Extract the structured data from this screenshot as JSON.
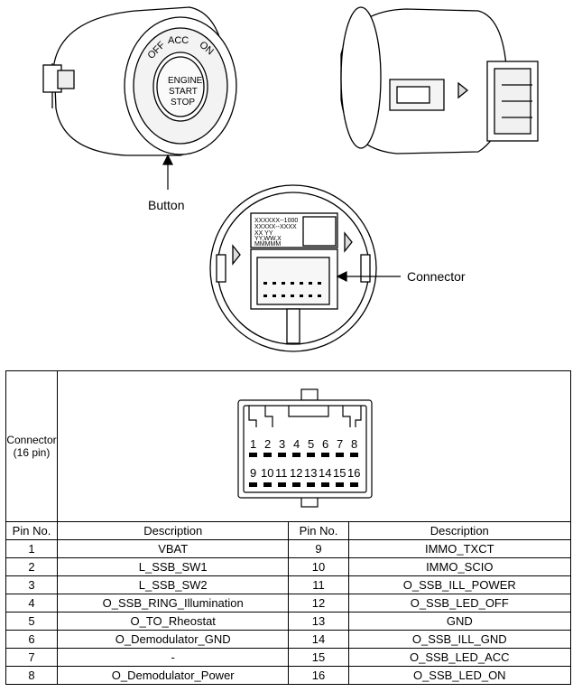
{
  "button_face": {
    "off": "OFF",
    "acc": "ACC",
    "on": "ON",
    "line1": "ENGINE",
    "line2": "START",
    "line3": "STOP"
  },
  "label_text": {
    "top_line": "XXXXXX--1000",
    "line2": "XXXXX--XXXX",
    "line3": "XX        YY",
    "line4": "YY,WW,X",
    "line5": "MMMMM"
  },
  "callouts": {
    "button": "Button",
    "connector": "Connector"
  },
  "connector_cell": {
    "title": "Connector",
    "subtitle": "(16 pin)"
  },
  "pin_numbers_top": [
    "1",
    "2",
    "3",
    "4",
    "5",
    "6",
    "7",
    "8"
  ],
  "pin_numbers_bottom": [
    "9",
    "10",
    "11",
    "12",
    "13",
    "14",
    "15",
    "16"
  ],
  "table": {
    "headers": [
      "Pin No.",
      "Description",
      "Pin No.",
      "Description"
    ],
    "rows": [
      [
        "1",
        "VBAT",
        "9",
        "IMMO_TXCT"
      ],
      [
        "2",
        "L_SSB_SW1",
        "10",
        "IMMO_SCIO"
      ],
      [
        "3",
        "L_SSB_SW2",
        "11",
        "O_SSB_ILL_POWER"
      ],
      [
        "4",
        "O_SSB_RING_Illumination",
        "12",
        "O_SSB_LED_OFF"
      ],
      [
        "5",
        "O_TO_Rheostat",
        "13",
        "GND"
      ],
      [
        "6",
        "O_Demodulator_GND",
        "14",
        "O_SSB_ILL_GND"
      ],
      [
        "7",
        "-",
        "15",
        "O_SSB_LED_ACC"
      ],
      [
        "8",
        "O_Demodulator_Power",
        "16",
        "O_SSB_LED_ON"
      ]
    ]
  }
}
